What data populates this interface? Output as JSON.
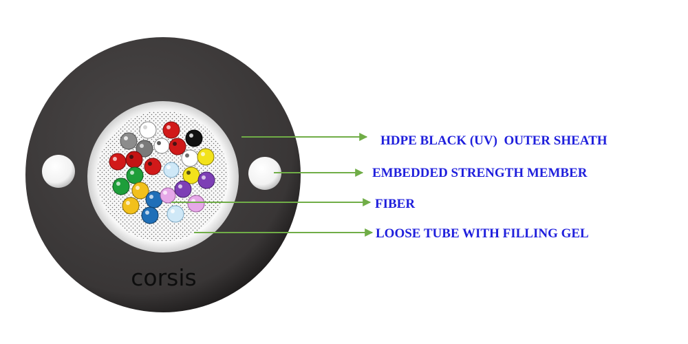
{
  "brand": "corsis",
  "labels": {
    "outer_sheath": "HDPE BLACK (UV)  OUTER SHEATH",
    "strength_member": "EMBEDDED STRENGTH MEMBER",
    "fiber": "FIBER",
    "loose_tube": "LOOSE TUBE WITH FILLING GEL"
  },
  "colors": {
    "sheath": "#3b3838",
    "tube": "#f0f0f0",
    "gel": "#f5f5f5",
    "label_text": "#1f1fdc",
    "leader_line": "#70ad47",
    "brand_text": "#0d0d0d"
  },
  "fiber_colors": [
    "gray",
    "white",
    "red",
    "black",
    "red",
    "blue",
    "green",
    "yellow",
    "purple",
    "light-blue",
    "pink",
    "orange"
  ]
}
